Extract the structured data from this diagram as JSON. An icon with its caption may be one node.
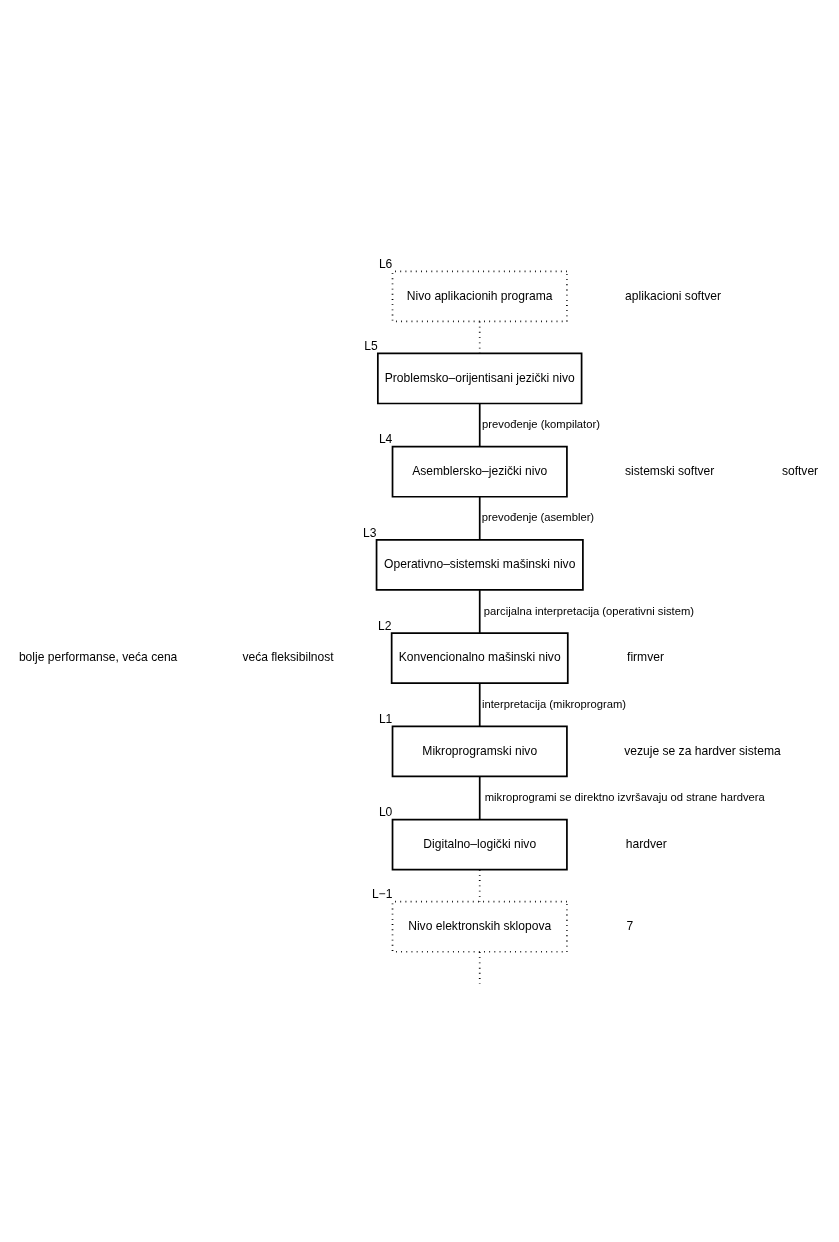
{
  "diagram": {
    "nodes": [
      {
        "text": [
          "Nivo aplikacionih programa"
        ],
        "beside": [
          "L6"
        ]
      },
      {
        "text": [
          "Problemsko–orijentisani jezički nivo"
        ],
        "beside": [
          "L5"
        ]
      },
      {
        "text": [
          "Asemblersko–jezički nivo"
        ],
        "beside": [
          "L4"
        ]
      },
      {
        "text": [
          "Operativno–sistemski mašinski nivo"
        ],
        "beside": [
          "L3"
        ]
      },
      {
        "text": [
          "Konvencionalno mašinski nivo"
        ],
        "beside": [
          "L2"
        ]
      },
      {
        "text": [
          "Mikroprogramski nivo"
        ],
        "beside": [
          "L1"
        ]
      },
      {
        "text": [
          "Digitalno–logički nivo"
        ],
        "beside": [
          "L0"
        ]
      },
      {
        "text": [
          "Nivo elektronskih sklopova"
        ],
        "beside": [
          "L−1"
        ]
      }
    ],
    "edges": [
      {
        "from": 0,
        "to": 1,
        "arrow": "none",
        "style": "dashed"
      },
      {
        "from": 1,
        "to": 2,
        "arrow": "none",
        "label": "prevođenje (kompilator)"
      },
      {
        "from": 2,
        "to": 3,
        "arrow": "none",
        "label": "prevođenje (asembler)"
      },
      {
        "from": 3,
        "to": 4,
        "arrow": "none",
        "label": "parcijalna interpretacija (operativni sistem)"
      },
      {
        "from": 4,
        "to": 5,
        "arrow": "none",
        "label": "interpretacija (mikroprogram)"
      },
      {
        "from": 5,
        "to": 6,
        "arrow": "none",
        "label": "mikroprogrami se direktno izvršavaju od strane hardvera"
      },
      {
        "from": 6,
        "to": 7,
        "arrow": "none",
        "style": "dashed"
      },
      {
        "from": 7,
        "to": null,
        "arrow": "none",
        "style": "dashed"
      }
    ],
    "labels": [
      "aplikacioni softver",
      "sistemski softver",
      "softver",
      "bolje performanse, veća cena",
      "veća fleksibilnost",
      "firmver",
      "hardver",
      "vezuje se za hardver sistema",
      "7"
    ]
  }
}
